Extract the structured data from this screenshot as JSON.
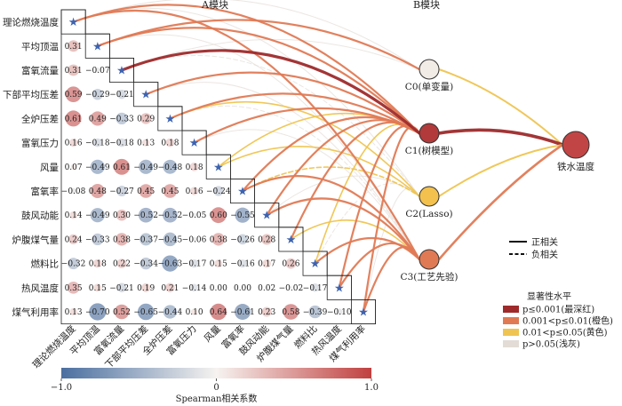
{
  "headers": {
    "a": "A模块",
    "b": "B模块"
  },
  "variables": [
    "理论燃烧温度",
    "平均顶温",
    "富氧流量",
    "下部平均压差",
    "全炉压差",
    "富氧压力",
    "风量",
    "富氧率",
    "鼓风动能",
    "炉腹煤气量",
    "燃料比",
    "热风温度",
    "煤气利用率"
  ],
  "matrix": [
    [],
    [
      "0.31"
    ],
    [
      "0.31",
      "−0.07"
    ],
    [
      "0.59",
      "−0.29",
      "−0.21"
    ],
    [
      "0.61",
      "0.49",
      "−0.33",
      "0.29"
    ],
    [
      "0.16",
      "−0.18",
      "−0.18",
      "0.13",
      "0.18"
    ],
    [
      "0.07",
      "−0.49",
      "0.61",
      "−0.49",
      "−0.48",
      "0.18"
    ],
    [
      "−0.08",
      "0.48",
      "−0.27",
      "0.45",
      "0.45",
      "0.16",
      "−0.24"
    ],
    [
      "0.14",
      "−0.49",
      "0.30",
      "−0.52",
      "−0.52",
      "−0.05",
      "0.60",
      "−0.55"
    ],
    [
      "0.24",
      "−0.33",
      "0.38",
      "−0.37",
      "−0.45",
      "−0.06",
      "0.38",
      "−0.26",
      "0.28"
    ],
    [
      "−0.32",
      "0.18",
      "0.22",
      "−0.34",
      "−0.63",
      "−0.17",
      "0.15",
      "−0.16",
      "0.17",
      "0.26"
    ],
    [
      "0.35",
      "0.15",
      "−0.21",
      "0.19",
      "0.21",
      "−0.14",
      "0.00",
      "0.00",
      "0.02",
      "−0.02",
      "−0.17"
    ],
    [
      "0.13",
      "−0.70",
      "0.52",
      "−0.65",
      "−0.44",
      "0.10",
      "0.64",
      "−0.61",
      "0.23",
      "0.58",
      "−0.39",
      "−0.10"
    ]
  ],
  "models": [
    "C0(单变量)",
    "C1(树模型)",
    "C2(Lasso)",
    "C3(工艺先验)"
  ],
  "target": "铁水温度",
  "model_colors": [
    "#f2ece6",
    "#b23a3a",
    "#f2c14e",
    "#e07a55"
  ],
  "target_color": "#c24545",
  "edges": [
    {
      "from": 0,
      "to": 1,
      "sig": "orange",
      "sign": "+"
    },
    {
      "from": 0,
      "to": 3,
      "sig": "orange",
      "sign": "+"
    },
    {
      "from": 0,
      "to": 0,
      "sig": "grey",
      "sign": "+"
    },
    {
      "from": 0,
      "to": 2,
      "sig": "grey",
      "sign": "+"
    },
    {
      "from": 1,
      "to": 1,
      "sig": "orange",
      "sign": "+"
    },
    {
      "from": 1,
      "to": 0,
      "sig": "orange",
      "sign": "+"
    },
    {
      "from": 1,
      "to": 3,
      "sig": "grey",
      "sign": "+"
    },
    {
      "from": 2,
      "to": 1,
      "sig": "red",
      "sign": "+"
    },
    {
      "from": 2,
      "to": 0,
      "sig": "grey",
      "sign": "+"
    },
    {
      "from": 2,
      "to": 2,
      "sig": "grey",
      "sign": "-"
    },
    {
      "from": 3,
      "to": 1,
      "sig": "orange",
      "sign": "+"
    },
    {
      "from": 3,
      "to": 3,
      "sig": "grey",
      "sign": "+"
    },
    {
      "from": 4,
      "to": 1,
      "sig": "orange",
      "sign": "+"
    },
    {
      "from": 4,
      "to": 2,
      "sig": "yellow",
      "sign": "+"
    },
    {
      "from": 4,
      "to": 3,
      "sig": "grey",
      "sign": "-"
    },
    {
      "from": 5,
      "to": 1,
      "sig": "orange",
      "sign": "+"
    },
    {
      "from": 5,
      "to": 3,
      "sig": "grey",
      "sign": "+"
    },
    {
      "from": 6,
      "to": 1,
      "sig": "yellow",
      "sign": "+"
    },
    {
      "from": 6,
      "to": 2,
      "sig": "yellow",
      "sign": "+"
    },
    {
      "from": 7,
      "to": 1,
      "sig": "orange",
      "sign": "+"
    },
    {
      "from": 7,
      "to": 3,
      "sig": "orange",
      "sign": "+"
    },
    {
      "from": 7,
      "to": 2,
      "sig": "yellow",
      "sign": "-"
    },
    {
      "from": 8,
      "to": 1,
      "sig": "orange",
      "sign": "+"
    },
    {
      "from": 8,
      "to": 3,
      "sig": "orange",
      "sign": "+"
    },
    {
      "from": 8,
      "to": 2,
      "sig": "grey",
      "sign": "+"
    },
    {
      "from": 9,
      "to": 1,
      "sig": "orange",
      "sign": "+"
    },
    {
      "from": 9,
      "to": 3,
      "sig": "yellow",
      "sign": "+"
    },
    {
      "from": 10,
      "to": 1,
      "sig": "yellow",
      "sign": "+"
    },
    {
      "from": 10,
      "to": 3,
      "sig": "orange",
      "sign": "+"
    },
    {
      "from": 10,
      "to": 2,
      "sig": "grey",
      "sign": "-"
    },
    {
      "from": 11,
      "to": 1,
      "sig": "orange",
      "sign": "+"
    },
    {
      "from": 11,
      "to": 3,
      "sig": "orange",
      "sign": "+"
    },
    {
      "from": 12,
      "to": 1,
      "sig": "orange",
      "sign": "+"
    },
    {
      "from": 12,
      "to": 3,
      "sig": "orange",
      "sign": "+"
    },
    {
      "from": 12,
      "to": 2,
      "sig": "grey",
      "sign": "+"
    }
  ],
  "model_edges": [
    {
      "from": 0,
      "sig": "yellow"
    },
    {
      "from": 1,
      "sig": "red"
    },
    {
      "from": 2,
      "sig": "yellow"
    },
    {
      "from": 3,
      "sig": "orange"
    }
  ],
  "line_legend": [
    {
      "style": "solid",
      "label": "正相关"
    },
    {
      "style": "dashed",
      "label": "负相关"
    }
  ],
  "sig_legend": {
    "title": "显著性水平",
    "items": [
      {
        "key": "red",
        "color": "#9e2a2b",
        "label": "p≤0.001(最深红)"
      },
      {
        "key": "orange",
        "color": "#e07a55",
        "label": "0.001<p≤0.01(橙色)"
      },
      {
        "key": "yellow",
        "color": "#efc450",
        "label": "0.01<p≤0.05(黄色)"
      },
      {
        "key": "grey",
        "color": "#e3dcd6",
        "label": "p>0.05(浅灰)"
      }
    ]
  },
  "colorbar": {
    "min_label": "−1.0",
    "mid_label": "0",
    "max_label": "1.0",
    "title": "Spearman相关系数",
    "neg_color": "#4a6fa0",
    "mid_color": "#f6f3f0",
    "pos_color": "#c0403f"
  }
}
